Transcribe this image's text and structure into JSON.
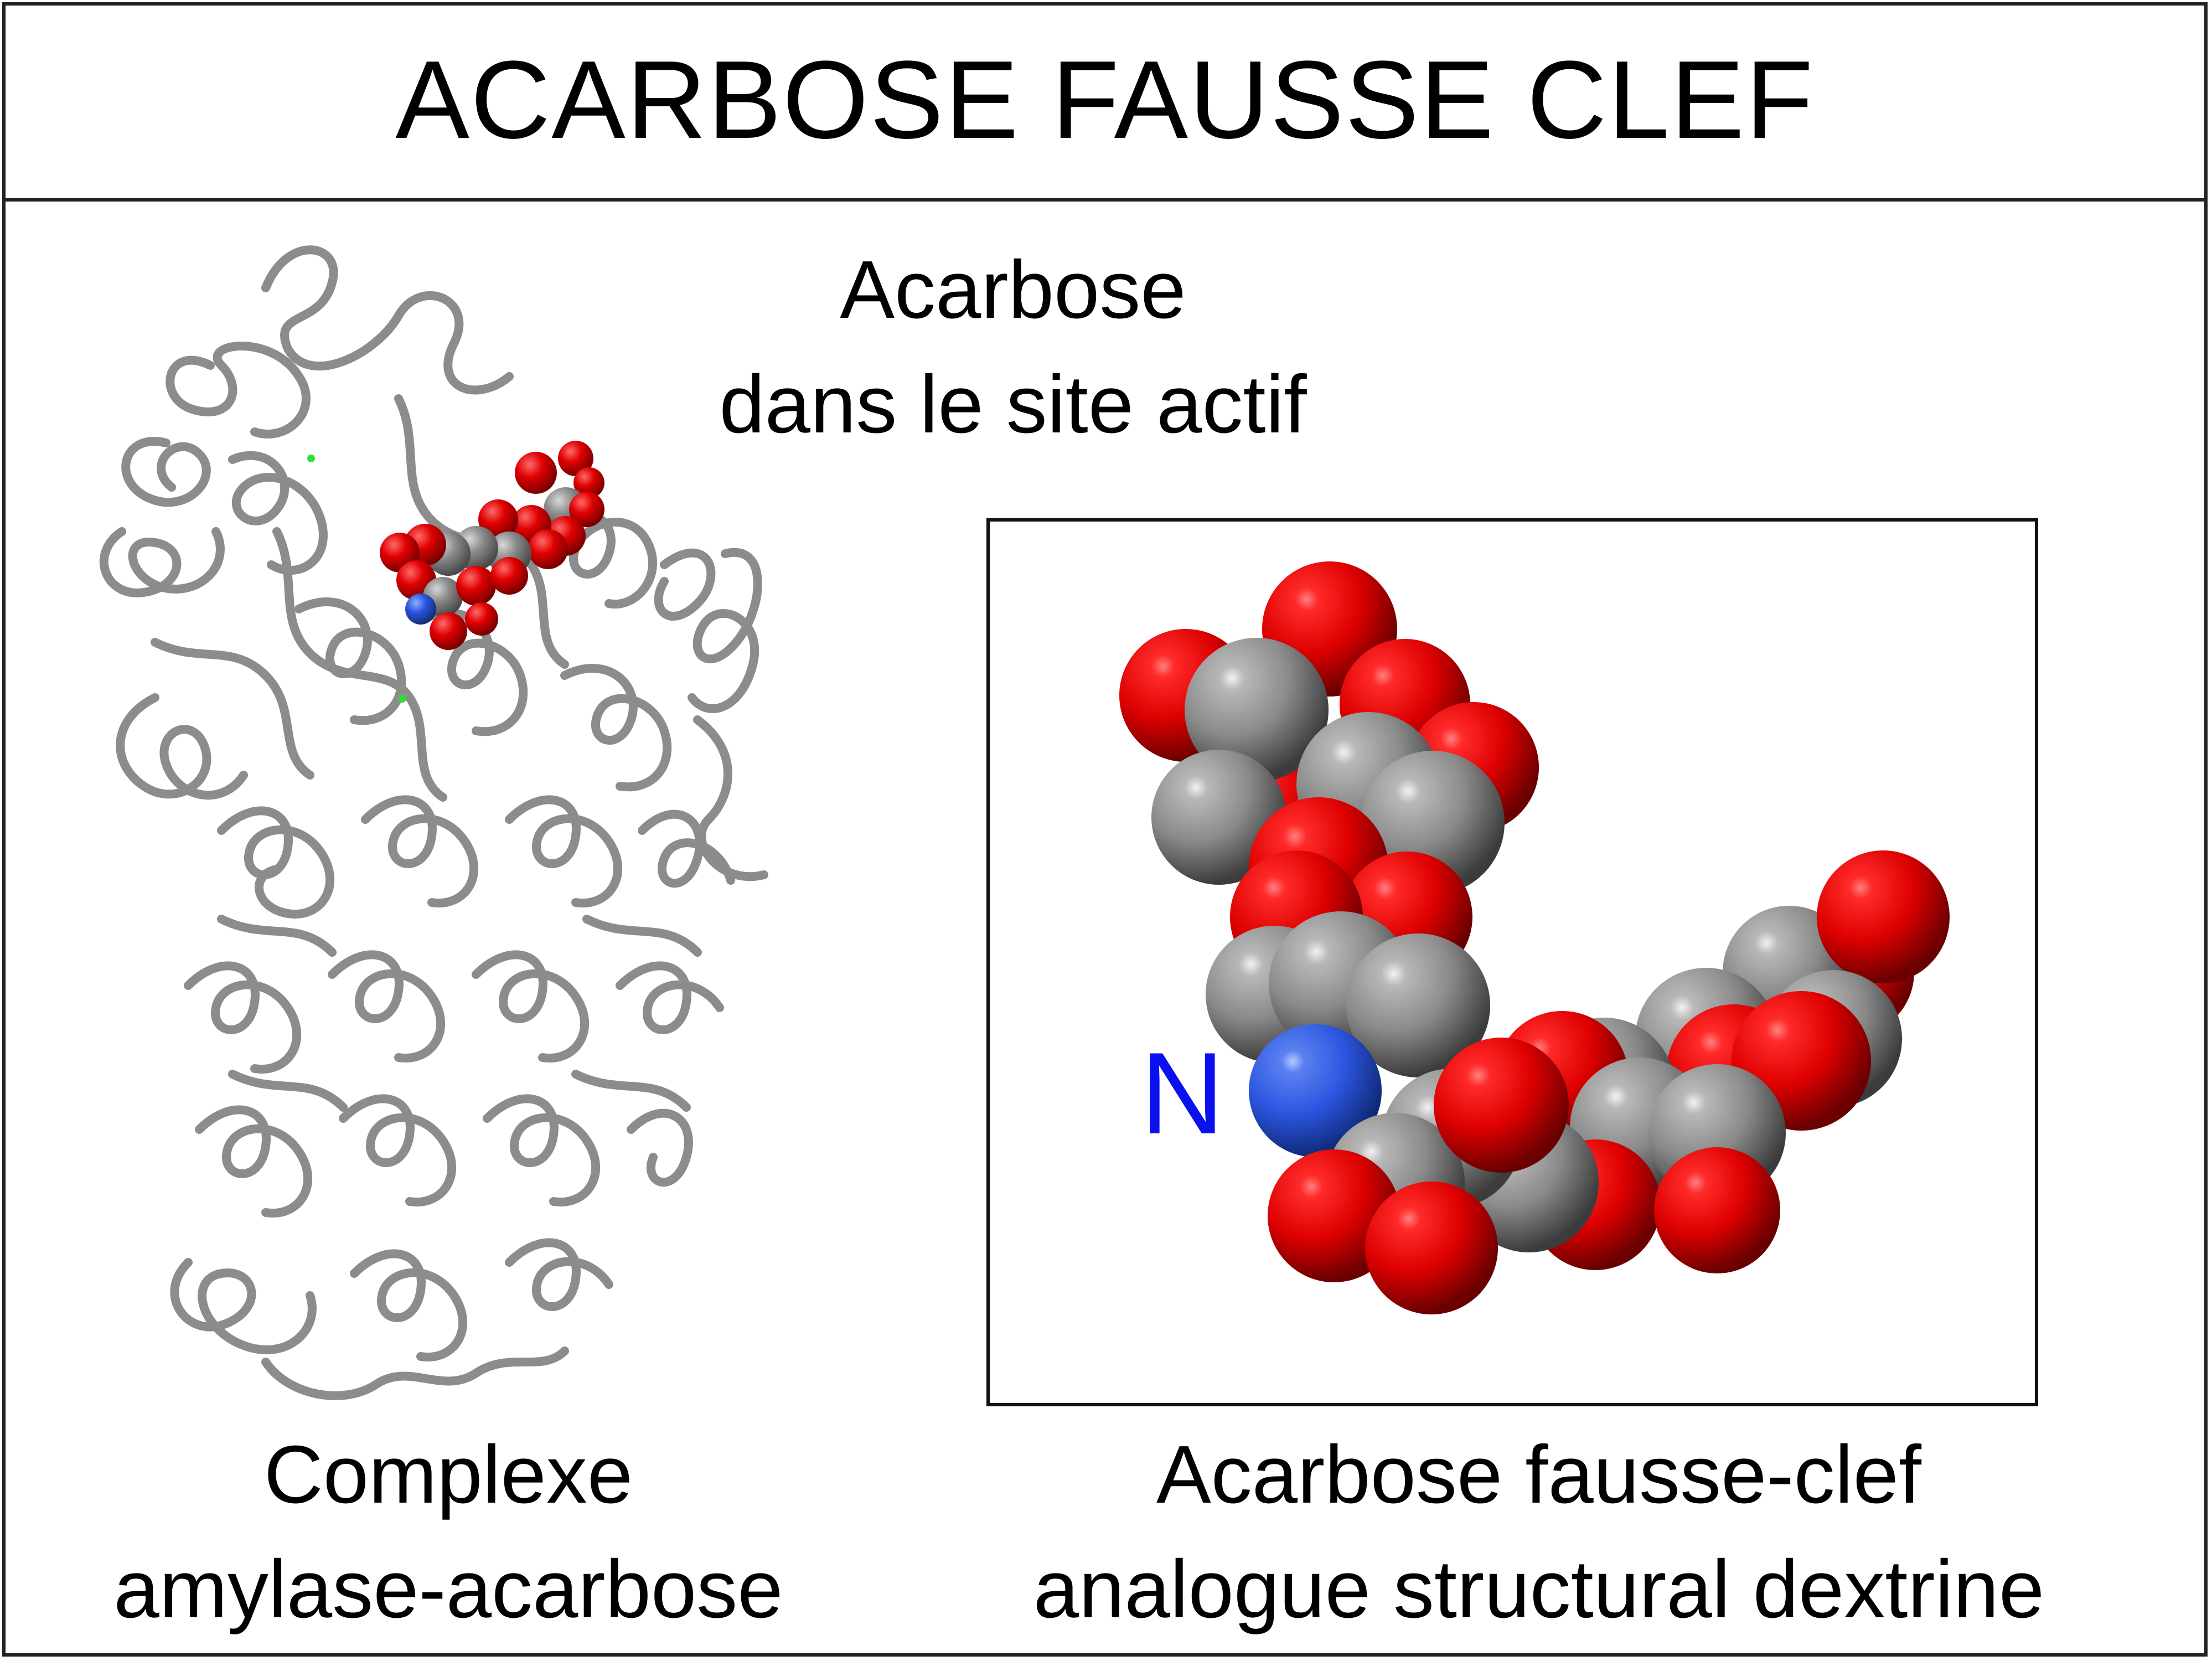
{
  "title": "ACARBOSE FAUSSE CLEF",
  "labels": {
    "active_site": [
      "Acarbose",
      "dans le site actif"
    ],
    "complex": [
      "Complexe",
      "amylase-acarbose"
    ],
    "false_key": [
      "Acarbose fausse-clef",
      "analogue structural dextrine"
    ],
    "nitrogen": "N"
  },
  "colors": {
    "oxygen": "#e00000",
    "carbon": "#8a8a8a",
    "nitrogen": "#2b55e0",
    "nitrogen_label": "#0a10ee",
    "ribbon": "#8c8c8c"
  }
}
